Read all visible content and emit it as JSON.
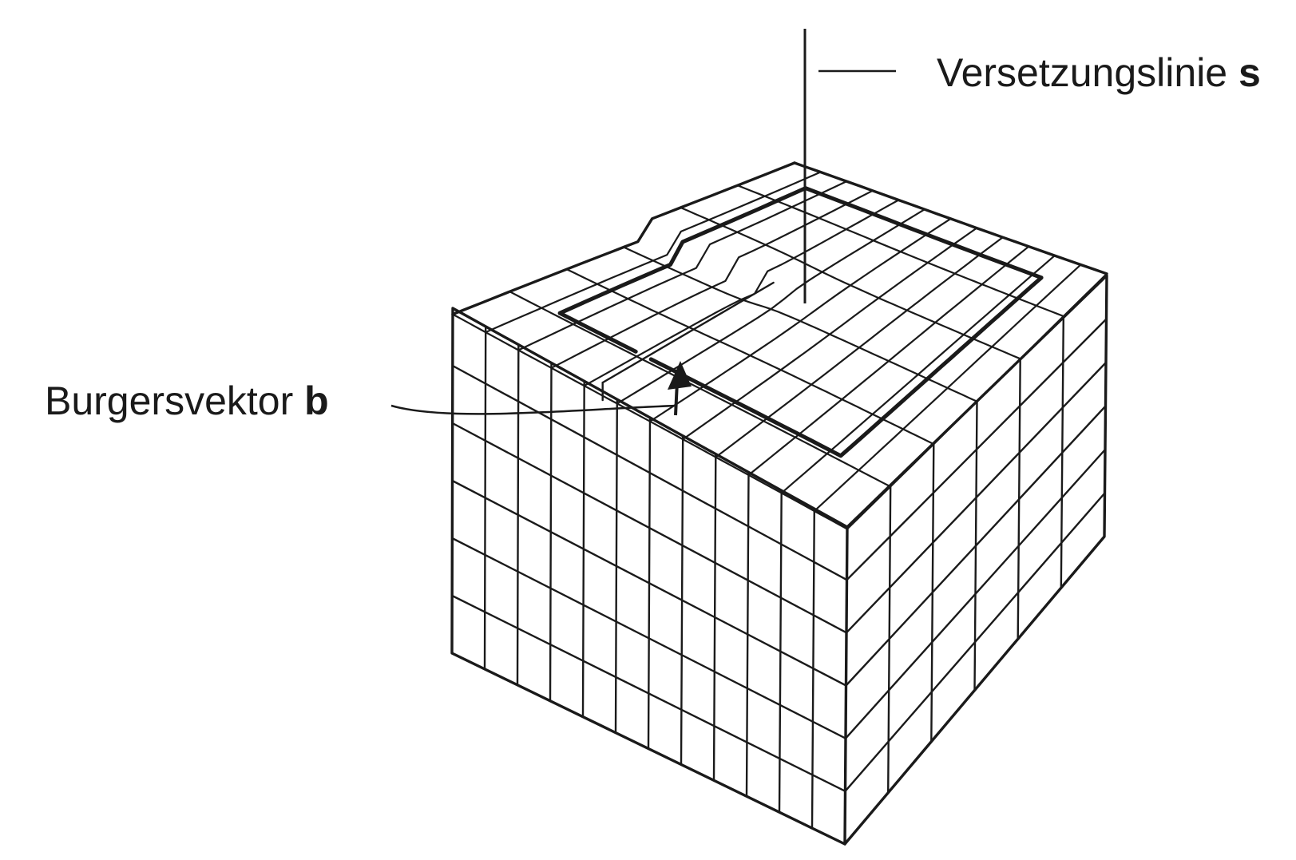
{
  "labels": {
    "dislocation_line_text": "Versetzungslinie",
    "dislocation_line_symbol": "s",
    "burgers_vector_text": "Burgersvektor",
    "burgers_vector_symbol": "b"
  },
  "lattice": {
    "columns": 12,
    "rows": 6,
    "depth": 6
  },
  "colors": {
    "line": "#1a1a1a",
    "face": "#ffffff"
  }
}
